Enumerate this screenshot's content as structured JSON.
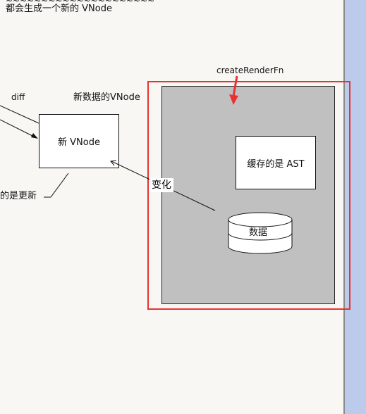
{
  "diagram": {
    "top_partial_text": "都会生成一个新的 VNode",
    "diff_label": "diff",
    "new_data_vnode_label": "新数据的VNode",
    "new_vnode_box": "新 VNode",
    "update_note": "的是更新",
    "create_render_fn_label": "createRenderFn",
    "cache_box": "缓存的是 AST",
    "change_label": "变化",
    "database_label": "数据"
  },
  "colors": {
    "highlight_frame": "#e83232",
    "panel_fill": "#c0c0c0",
    "scrollbar": "#bccbeb",
    "canvas": "#f9f7f3"
  }
}
